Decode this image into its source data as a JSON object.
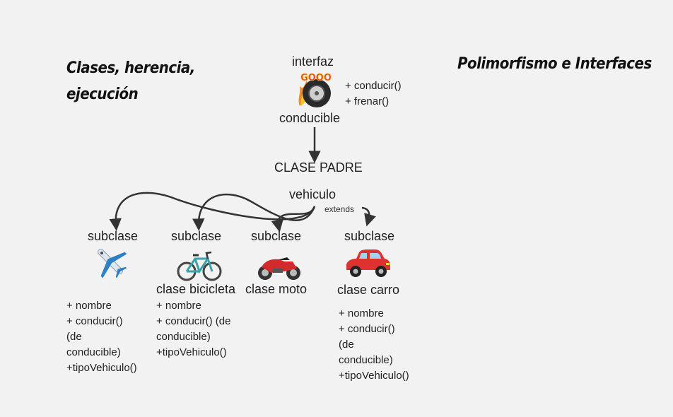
{
  "titles": {
    "left": [
      "Clases, herencia,",
      "ejecución"
    ],
    "right": "Polimorfismo e Interfaces"
  },
  "interface": {
    "top_label": "interfaz",
    "name": "conducible",
    "methods": [
      "+ conducir()",
      "+ frenar()"
    ],
    "icon": "tire-on-fire-icon",
    "icon_text": "GOOO"
  },
  "parent": {
    "heading": "CLASE PADRE",
    "name": "vehiculo",
    "relation": "extends"
  },
  "subclasses": [
    {
      "tag": "subclase",
      "icon": "airplane-icon",
      "name": "",
      "members": [
        "+ nombre",
        "+ conducir()",
        "(de",
        "conducible)",
        "+tipoVehiculo()"
      ]
    },
    {
      "tag": "subclase",
      "icon": "bicycle-icon",
      "name": "clase bicicleta",
      "members": [
        "+ nombre",
        "+ conducir() (de",
        "conducible)",
        "+tipoVehiculo()"
      ]
    },
    {
      "tag": "subclase",
      "icon": "motorcycle-icon",
      "name": "clase moto",
      "members": []
    },
    {
      "tag": "subclase",
      "icon": "car-icon",
      "name": "clase carro",
      "members": [
        "+ nombre",
        "+ conducir()",
        "(de",
        "conducible)",
        "+tipoVehiculo()"
      ]
    }
  ],
  "colors": {
    "background": "#f2f2f2",
    "arrow": "#333333",
    "plane_blue": "#2f7fc4",
    "bike_teal": "#3aa3a8",
    "moto_red": "#d32b2b",
    "car_red": "#e03131"
  }
}
